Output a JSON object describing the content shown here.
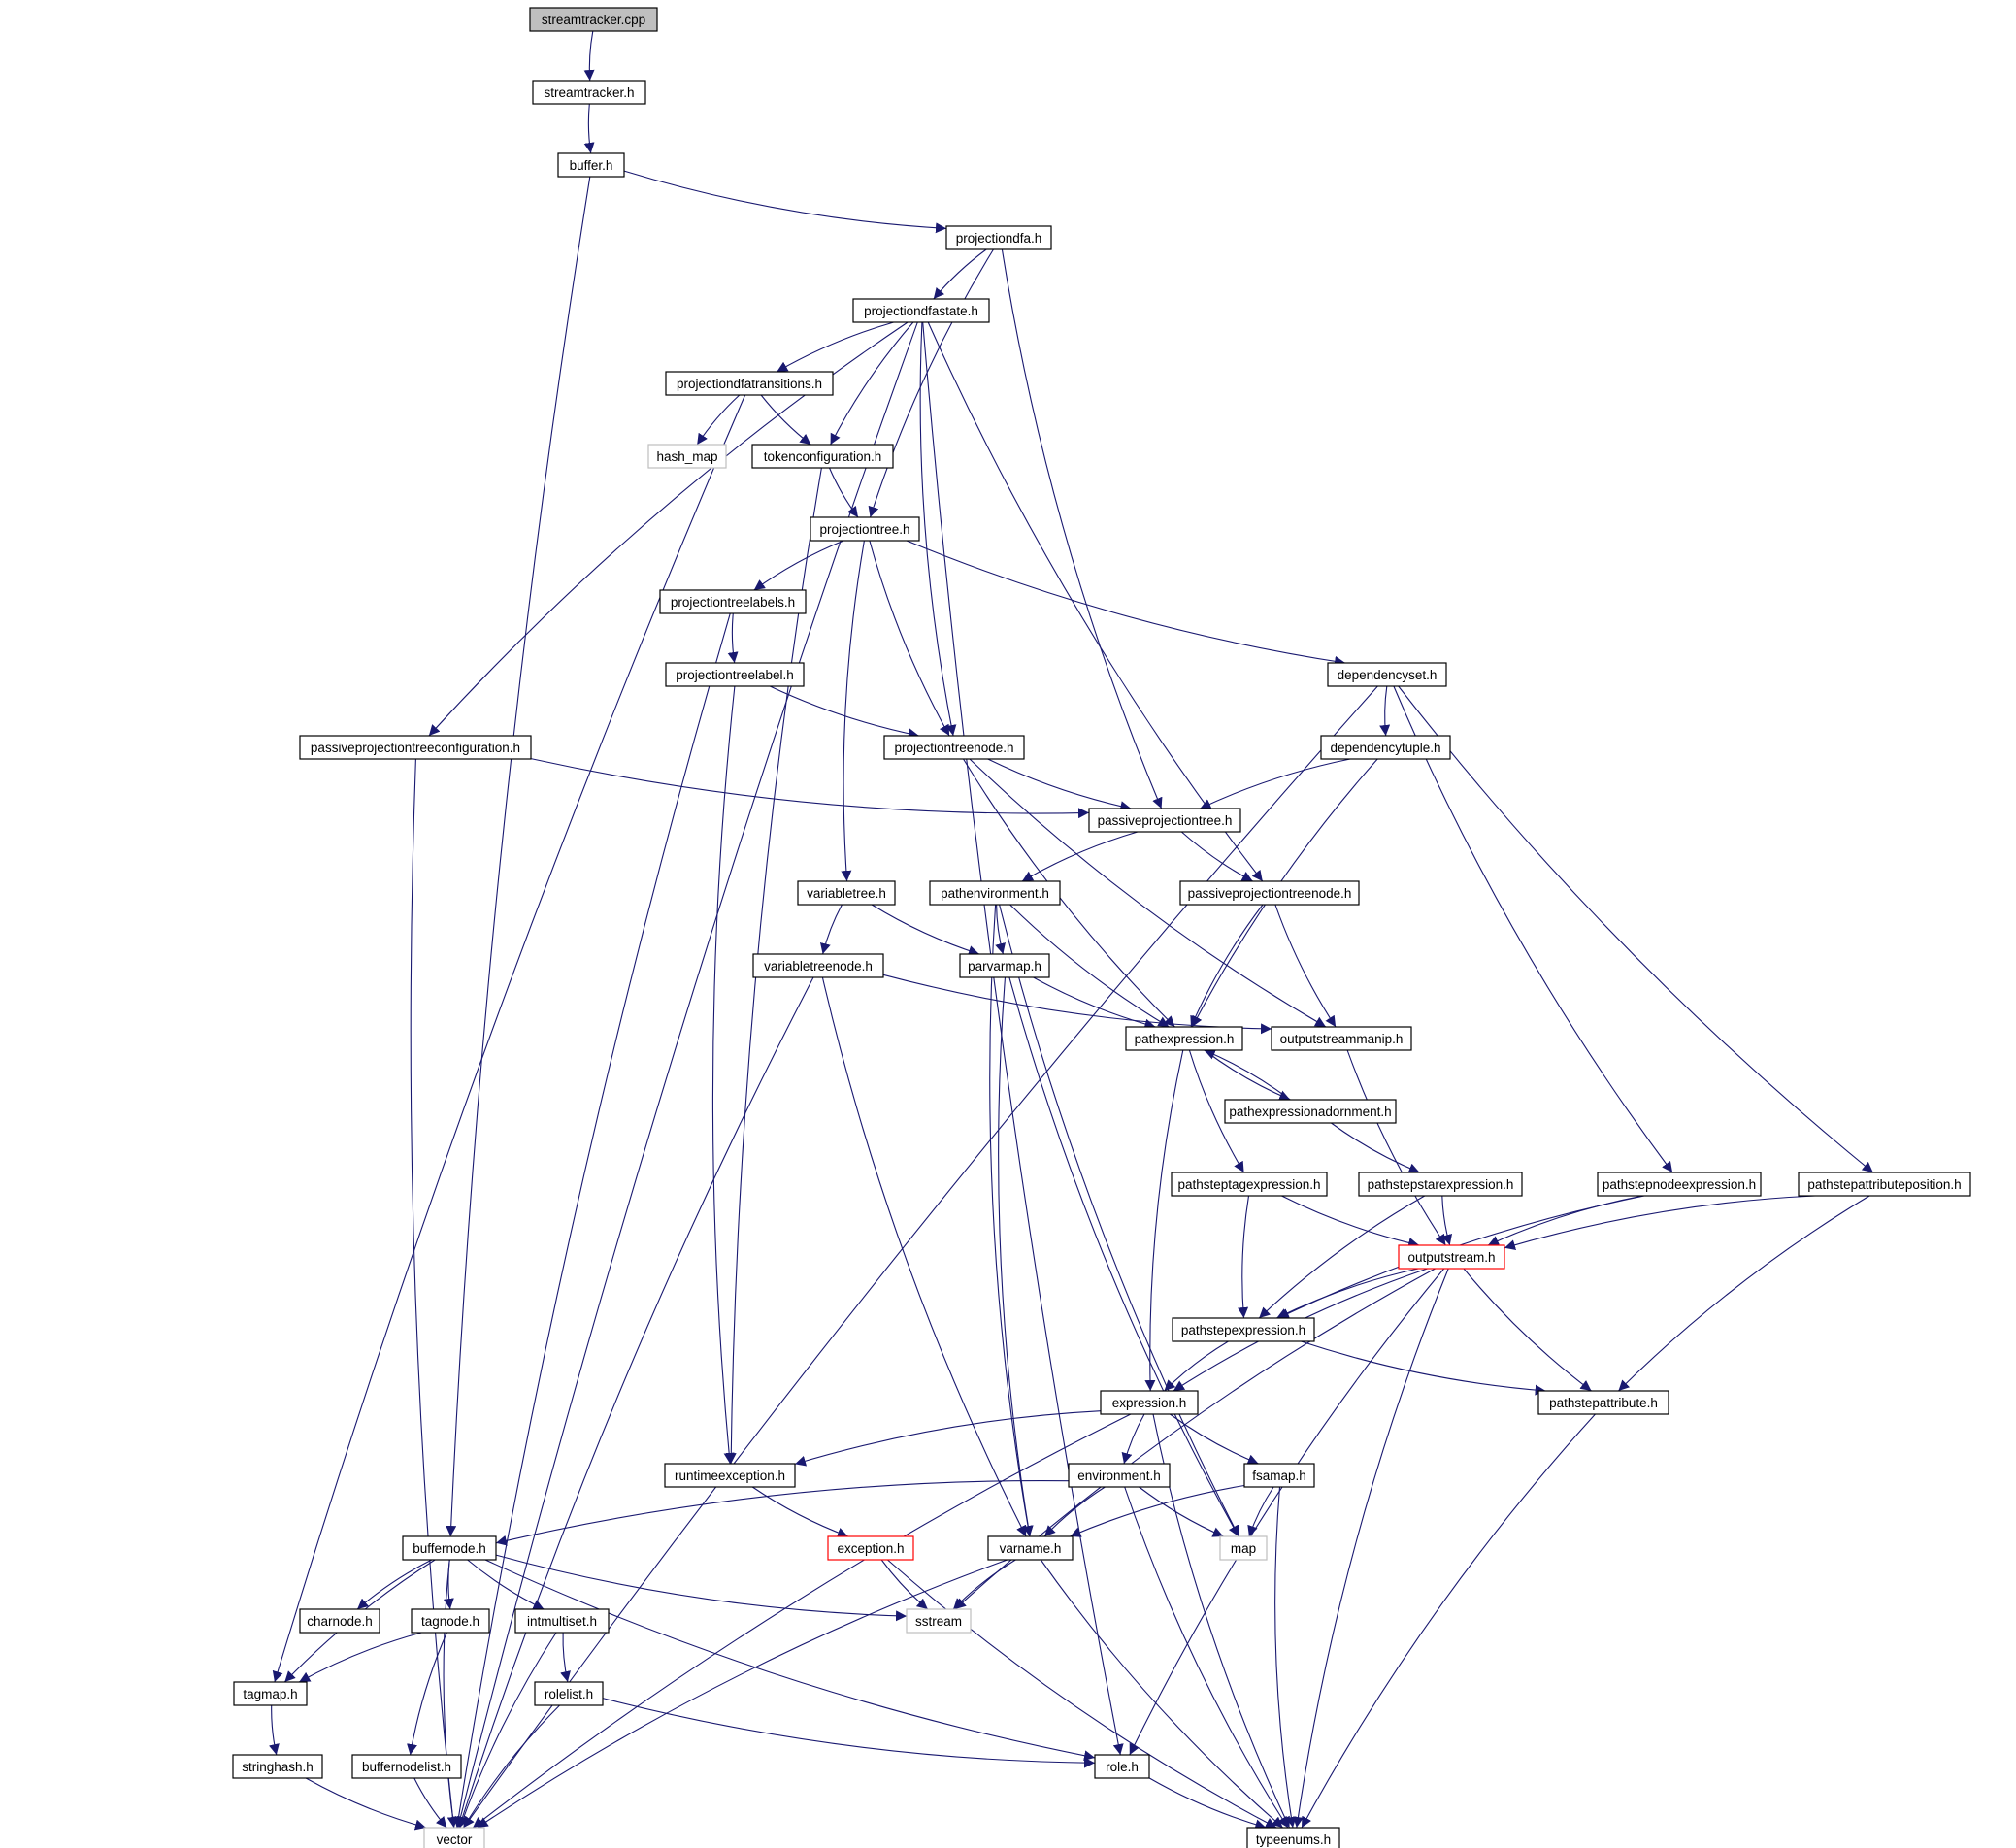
{
  "colors": {
    "edge": "#191970",
    "border_normal": "#000000",
    "border_missing": "#bfbfbf",
    "border_truncated": "#ff0000",
    "fill_root": "#bfbfbf",
    "fill_normal": "#ffffff",
    "text": "#000000"
  },
  "nodes": [
    {
      "id": "streamtracker_cpp",
      "label": "streamtracker.cpp",
      "kind": "root"
    },
    {
      "id": "streamtracker_h",
      "label": "streamtracker.h",
      "kind": "normal"
    },
    {
      "id": "buffer_h",
      "label": "buffer.h",
      "kind": "normal"
    },
    {
      "id": "projectiondfa_h",
      "label": "projectiondfa.h",
      "kind": "normal"
    },
    {
      "id": "projectiondfastate_h",
      "label": "projectiondfastate.h",
      "kind": "normal"
    },
    {
      "id": "projectiondfatransitions_h",
      "label": "projectiondfatransitions.h",
      "kind": "normal"
    },
    {
      "id": "hash_map",
      "label": "hash_map",
      "kind": "missing"
    },
    {
      "id": "tokenconfiguration_h",
      "label": "tokenconfiguration.h",
      "kind": "normal"
    },
    {
      "id": "projectiontree_h",
      "label": "projectiontree.h",
      "kind": "normal"
    },
    {
      "id": "projectiontreelabels_h",
      "label": "projectiontreelabels.h",
      "kind": "normal"
    },
    {
      "id": "projectiontreelabel_h",
      "label": "projectiontreelabel.h",
      "kind": "normal"
    },
    {
      "id": "dependencyset_h",
      "label": "dependencyset.h",
      "kind": "normal"
    },
    {
      "id": "passiveprojectiontreeconfiguration_h",
      "label": "passiveprojectiontreeconfiguration.h",
      "kind": "normal"
    },
    {
      "id": "projectiontreenode_h",
      "label": "projectiontreenode.h",
      "kind": "normal"
    },
    {
      "id": "dependencytuple_h",
      "label": "dependencytuple.h",
      "kind": "normal"
    },
    {
      "id": "passiveprojectiontree_h",
      "label": "passiveprojectiontree.h",
      "kind": "normal"
    },
    {
      "id": "variabletree_h",
      "label": "variabletree.h",
      "kind": "normal"
    },
    {
      "id": "pathenvironment_h",
      "label": "pathenvironment.h",
      "kind": "normal"
    },
    {
      "id": "passiveprojectiontreenode_h",
      "label": "passiveprojectiontreenode.h",
      "kind": "normal"
    },
    {
      "id": "variabletreenode_h",
      "label": "variabletreenode.h",
      "kind": "normal"
    },
    {
      "id": "parvarmap_h",
      "label": "parvarmap.h",
      "kind": "normal"
    },
    {
      "id": "pathexpression_h",
      "label": "pathexpression.h",
      "kind": "normal"
    },
    {
      "id": "outputstreammanip_h",
      "label": "outputstreammanip.h",
      "kind": "normal"
    },
    {
      "id": "pathexpressionadornment_h",
      "label": "pathexpressionadornment.h",
      "kind": "normal"
    },
    {
      "id": "pathsteptagexpression_h",
      "label": "pathsteptagexpression.h",
      "kind": "normal"
    },
    {
      "id": "pathstepstarexpression_h",
      "label": "pathstepstarexpression.h",
      "kind": "normal"
    },
    {
      "id": "pathstepnodeexpression_h",
      "label": "pathstepnodeexpression.h",
      "kind": "normal"
    },
    {
      "id": "pathstepattributeposition_h",
      "label": "pathstepattributeposition.h",
      "kind": "normal"
    },
    {
      "id": "outputstream_h",
      "label": "outputstream.h",
      "kind": "truncated"
    },
    {
      "id": "pathstepexpression_h",
      "label": "pathstepexpression.h",
      "kind": "normal"
    },
    {
      "id": "expression_h",
      "label": "expression.h",
      "kind": "normal"
    },
    {
      "id": "pathstepattribute_h",
      "label": "pathstepattribute.h",
      "kind": "normal"
    },
    {
      "id": "runtimeexception_h",
      "label": "runtimeexception.h",
      "kind": "normal"
    },
    {
      "id": "environment_h",
      "label": "environment.h",
      "kind": "normal"
    },
    {
      "id": "fsamap_h",
      "label": "fsamap.h",
      "kind": "normal"
    },
    {
      "id": "buffernode_h",
      "label": "buffernode.h",
      "kind": "normal"
    },
    {
      "id": "exception_h",
      "label": "exception.h",
      "kind": "truncated"
    },
    {
      "id": "varname_h",
      "label": "varname.h",
      "kind": "normal"
    },
    {
      "id": "map",
      "label": "map",
      "kind": "missing"
    },
    {
      "id": "charnode_h",
      "label": "charnode.h",
      "kind": "normal"
    },
    {
      "id": "tagnode_h",
      "label": "tagnode.h",
      "kind": "normal"
    },
    {
      "id": "intmultiset_h",
      "label": "intmultiset.h",
      "kind": "normal"
    },
    {
      "id": "sstream",
      "label": "sstream",
      "kind": "missing"
    },
    {
      "id": "tagmap_h",
      "label": "tagmap.h",
      "kind": "normal"
    },
    {
      "id": "rolelist_h",
      "label": "rolelist.h",
      "kind": "normal"
    },
    {
      "id": "stringhash_h",
      "label": "stringhash.h",
      "kind": "normal"
    },
    {
      "id": "buffernodelist_h",
      "label": "buffernodelist.h",
      "kind": "normal"
    },
    {
      "id": "role_h",
      "label": "role.h",
      "kind": "normal"
    },
    {
      "id": "vector",
      "label": "vector",
      "kind": "missing"
    },
    {
      "id": "typeenums_h",
      "label": "typeenums.h",
      "kind": "normal"
    }
  ],
  "edges": [
    [
      "streamtracker_cpp",
      "streamtracker_h"
    ],
    [
      "streamtracker_h",
      "buffer_h"
    ],
    [
      "buffer_h",
      "projectiondfa_h"
    ],
    [
      "buffer_h",
      "buffernode_h"
    ],
    [
      "projectiondfa_h",
      "projectiondfastate_h"
    ],
    [
      "projectiondfa_h",
      "projectiontree_h"
    ],
    [
      "projectiondfa_h",
      "passiveprojectiontree_h"
    ],
    [
      "projectiondfastate_h",
      "projectiondfatransitions_h"
    ],
    [
      "projectiondfastate_h",
      "tokenconfiguration_h"
    ],
    [
      "projectiondfastate_h",
      "projectiontreenode_h"
    ],
    [
      "projectiondfastate_h",
      "passiveprojectiontreeconfiguration_h"
    ],
    [
      "projectiondfastate_h",
      "passiveprojectiontreenode_h"
    ],
    [
      "projectiondfastate_h",
      "role_h"
    ],
    [
      "projectiondfastate_h",
      "vector"
    ],
    [
      "projectiondfatransitions_h",
      "hash_map"
    ],
    [
      "projectiondfatransitions_h",
      "tokenconfiguration_h"
    ],
    [
      "projectiondfatransitions_h",
      "tagmap_h"
    ],
    [
      "tokenconfiguration_h",
      "projectiontree_h"
    ],
    [
      "tokenconfiguration_h",
      "runtimeexception_h"
    ],
    [
      "projectiontree_h",
      "projectiontreelabels_h"
    ],
    [
      "projectiontree_h",
      "projectiontreenode_h"
    ],
    [
      "projectiontree_h",
      "variabletree_h"
    ],
    [
      "projectiontree_h",
      "dependencyset_h"
    ],
    [
      "projectiontreelabels_h",
      "projectiontreelabel_h"
    ],
    [
      "projectiontreelabels_h",
      "vector"
    ],
    [
      "projectiontreelabel_h",
      "projectiontreenode_h"
    ],
    [
      "projectiontreelabel_h",
      "runtimeexception_h"
    ],
    [
      "dependencyset_h",
      "dependencytuple_h"
    ],
    [
      "dependencyset_h",
      "pathstepnodeexpression_h"
    ],
    [
      "dependencyset_h",
      "pathstepattributeposition_h"
    ],
    [
      "dependencyset_h",
      "vector"
    ],
    [
      "passiveprojectiontreeconfiguration_h",
      "passiveprojectiontree_h"
    ],
    [
      "passiveprojectiontreeconfiguration_h",
      "vector"
    ],
    [
      "projectiontreenode_h",
      "passiveprojectiontree_h"
    ],
    [
      "projectiontreenode_h",
      "pathexpression_h"
    ],
    [
      "projectiontreenode_h",
      "outputstreammanip_h"
    ],
    [
      "dependencytuple_h",
      "passiveprojectiontree_h"
    ],
    [
      "dependencytuple_h",
      "pathexpression_h"
    ],
    [
      "passiveprojectiontree_h",
      "pathenvironment_h"
    ],
    [
      "passiveprojectiontree_h",
      "passiveprojectiontreenode_h"
    ],
    [
      "variabletree_h",
      "variabletreenode_h"
    ],
    [
      "variabletree_h",
      "parvarmap_h"
    ],
    [
      "pathenvironment_h",
      "parvarmap_h"
    ],
    [
      "pathenvironment_h",
      "pathexpression_h"
    ],
    [
      "pathenvironment_h",
      "varname_h"
    ],
    [
      "pathenvironment_h",
      "map"
    ],
    [
      "passiveprojectiontreenode_h",
      "pathexpression_h"
    ],
    [
      "passiveprojectiontreenode_h",
      "outputstreammanip_h"
    ],
    [
      "variabletreenode_h",
      "outputstreammanip_h"
    ],
    [
      "variabletreenode_h",
      "varname_h"
    ],
    [
      "variabletreenode_h",
      "vector"
    ],
    [
      "parvarmap_h",
      "pathexpression_h"
    ],
    [
      "parvarmap_h",
      "varname_h"
    ],
    [
      "parvarmap_h",
      "map"
    ],
    [
      "pathexpression_h",
      "pathexpressionadornment_h"
    ],
    [
      "pathexpression_h",
      "pathsteptagexpression_h"
    ],
    [
      "pathexpression_h",
      "expression_h"
    ],
    [
      "pathexpressionadornment_h",
      "pathexpression_h"
    ],
    [
      "pathexpressionadornment_h",
      "pathstepstarexpression_h"
    ],
    [
      "outputstreammanip_h",
      "outputstream_h"
    ],
    [
      "pathsteptagexpression_h",
      "outputstream_h"
    ],
    [
      "pathsteptagexpression_h",
      "pathstepexpression_h"
    ],
    [
      "pathstepstarexpression_h",
      "outputstream_h"
    ],
    [
      "pathstepstarexpression_h",
      "pathstepexpression_h"
    ],
    [
      "pathstepnodeexpression_h",
      "outputstream_h"
    ],
    [
      "pathstepnodeexpression_h",
      "pathstepexpression_h"
    ],
    [
      "pathstepattributeposition_h",
      "outputstream_h"
    ],
    [
      "pathstepattributeposition_h",
      "pathstepattribute_h"
    ],
    [
      "outputstream_h",
      "pathstepexpression_h"
    ],
    [
      "outputstream_h",
      "expression_h"
    ],
    [
      "outputstream_h",
      "pathstepattribute_h"
    ],
    [
      "outputstream_h",
      "sstream"
    ],
    [
      "outputstream_h",
      "role_h"
    ],
    [
      "outputstream_h",
      "typeenums_h"
    ],
    [
      "pathstepexpression_h",
      "expression_h"
    ],
    [
      "pathstepexpression_h",
      "pathstepattribute_h"
    ],
    [
      "expression_h",
      "runtimeexception_h"
    ],
    [
      "expression_h",
      "environment_h"
    ],
    [
      "expression_h",
      "fsamap_h"
    ],
    [
      "expression_h",
      "vector"
    ],
    [
      "expression_h",
      "typeenums_h"
    ],
    [
      "pathstepattribute_h",
      "typeenums_h"
    ],
    [
      "runtimeexception_h",
      "exception_h"
    ],
    [
      "environment_h",
      "buffernode_h"
    ],
    [
      "environment_h",
      "varname_h"
    ],
    [
      "environment_h",
      "map"
    ],
    [
      "environment_h",
      "typeenums_h"
    ],
    [
      "fsamap_h",
      "varname_h"
    ],
    [
      "fsamap_h",
      "map"
    ],
    [
      "fsamap_h",
      "typeenums_h"
    ],
    [
      "buffernode_h",
      "charnode_h"
    ],
    [
      "buffernode_h",
      "tagnode_h"
    ],
    [
      "buffernode_h",
      "intmultiset_h"
    ],
    [
      "buffernode_h",
      "tagmap_h"
    ],
    [
      "buffernode_h",
      "sstream"
    ],
    [
      "buffernode_h",
      "role_h"
    ],
    [
      "buffernode_h",
      "vector"
    ],
    [
      "exception_h",
      "sstream"
    ],
    [
      "exception_h",
      "typeenums_h"
    ],
    [
      "varname_h",
      "sstream"
    ],
    [
      "varname_h",
      "vector"
    ],
    [
      "varname_h",
      "typeenums_h"
    ],
    [
      "tagnode_h",
      "tagmap_h"
    ],
    [
      "tagnode_h",
      "buffernodelist_h"
    ],
    [
      "intmultiset_h",
      "rolelist_h"
    ],
    [
      "intmultiset_h",
      "vector"
    ],
    [
      "tagmap_h",
      "stringhash_h"
    ],
    [
      "rolelist_h",
      "role_h"
    ],
    [
      "rolelist_h",
      "vector"
    ],
    [
      "stringhash_h",
      "vector"
    ],
    [
      "buffernodelist_h",
      "vector"
    ],
    [
      "role_h",
      "typeenums_h"
    ]
  ]
}
